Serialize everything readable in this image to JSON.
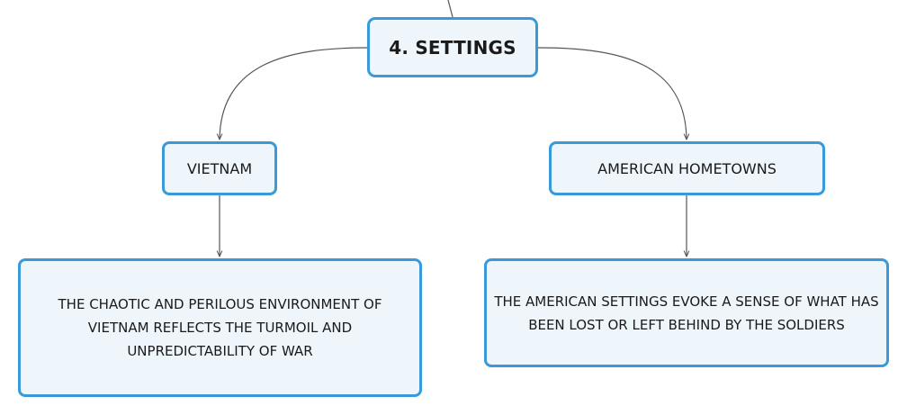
{
  "diagram": {
    "root": {
      "label": "4. SETTINGS"
    },
    "branches": [
      {
        "label": "VIETNAM",
        "detail": "THE CHAOTIC AND PERILOUS ENVIRONMENT OF VIETNAM REFLECTS THE TURMOIL AND UNPREDICTABILITY OF WAR"
      },
      {
        "label": "AMERICAN HOMETOWNS",
        "detail": "THE AMERICAN SETTINGS EVOKE A SENSE OF WHAT HAS BEEN LOST OR LEFT BEHIND BY THE SOLDIERS"
      }
    ],
    "colors": {
      "node_border": "#3a9ad9",
      "node_fill": "#eef6fc",
      "connector": "#555555"
    }
  }
}
